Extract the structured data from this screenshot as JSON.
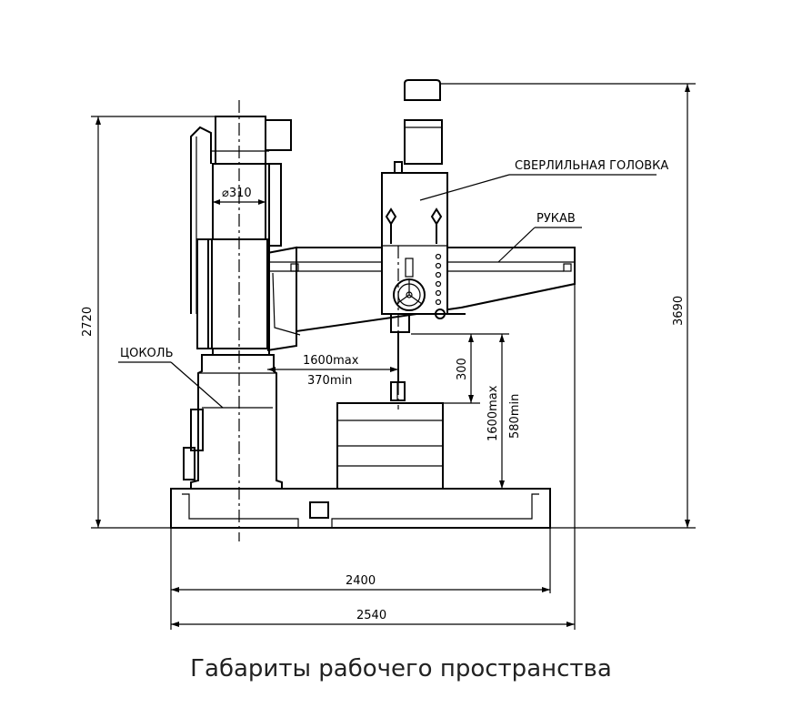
{
  "caption": "Габариты рабочего пространства",
  "labels": {
    "drill_head": "СВЕРЛИЛЬНАЯ ГОЛОВКА",
    "arm": "РУКАВ",
    "base": "ЦОКОЛЬ",
    "column_diameter": "⌀310",
    "reach_max": "1600max",
    "reach_min": "370min",
    "spindle_travel": "300",
    "table_height_max": "1600max",
    "table_height_min": "580min",
    "overall_height": "2720",
    "max_height": "3690",
    "base_length": "2400",
    "overall_length": "2540"
  }
}
